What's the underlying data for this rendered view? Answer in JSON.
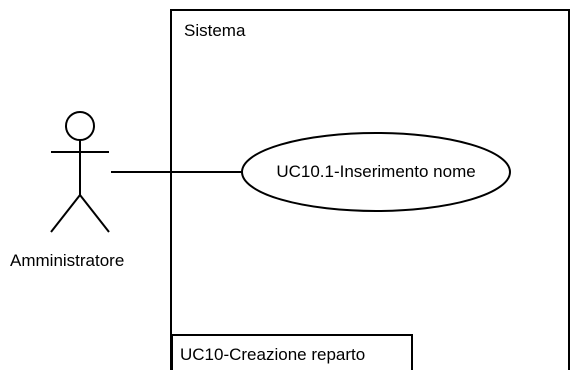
{
  "system": {
    "title": "Sistema"
  },
  "actor": {
    "label": "Amministratore",
    "icon": "stick-figure-icon"
  },
  "use_case": {
    "label": "UC10.1-Inserimento nome"
  },
  "footer": {
    "label": "UC10-Creazione reparto"
  },
  "colors": {
    "stroke": "#000000",
    "background": "#ffffff"
  }
}
